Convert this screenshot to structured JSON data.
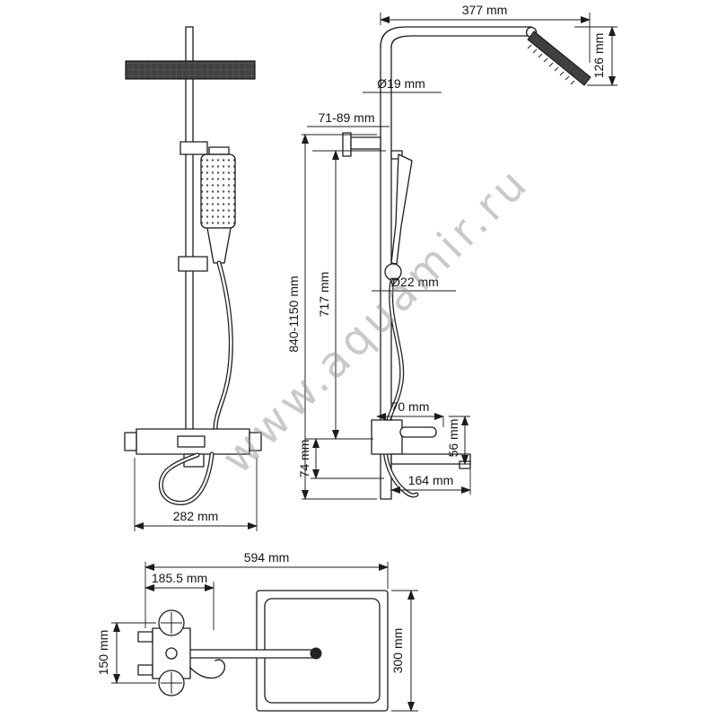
{
  "watermark": {
    "text": "www.aquamir.ru"
  },
  "dims": {
    "w377": "377 mm",
    "h126": "126 mm",
    "d19": "Ø19 mm",
    "r71_89": "71-89 mm",
    "h840_1150": "840-1150 mm",
    "h717": "717 mm",
    "d22": "Ø22 mm",
    "w70": "70 mm",
    "h56": "56 mm",
    "h74": "74 mm",
    "w164": "164 mm",
    "w282": "282 mm",
    "w594": "594 mm",
    "w185_5": "185.5 mm",
    "h150": "150 mm",
    "h300": "300 mm"
  }
}
